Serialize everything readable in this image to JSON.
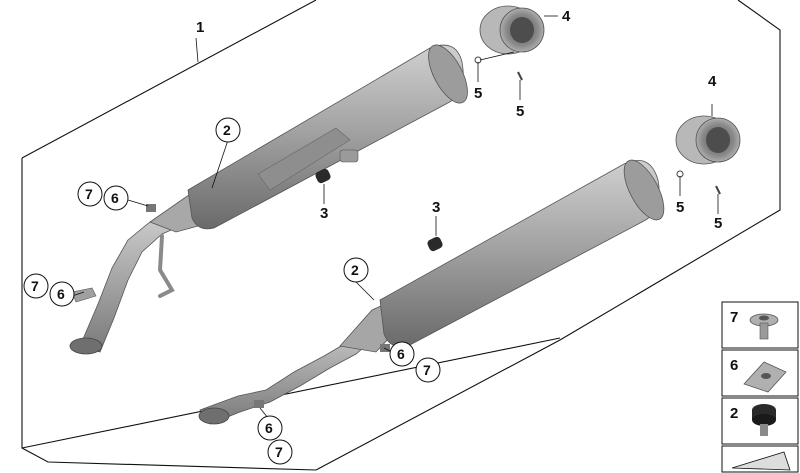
{
  "diagram": {
    "callouts": {
      "assembly": "1",
      "upper_bracket": "2",
      "lower_bracket": "2",
      "upper_bushing": "3",
      "lower_bushing": "3",
      "upper_tip": "4",
      "lower_tip": "4",
      "upper_tip_clip": "5",
      "upper_tip_screw": "5",
      "lower_tip_clip": "5",
      "lower_tip_screw": "5",
      "upper_clamp_nut": "6",
      "upper_clamp_bolt": "7",
      "front_clamp_nut": "6",
      "front_clamp_bolt": "7",
      "lower_mid_nut": "6",
      "lower_mid_bolt": "7",
      "lower_front_nut": "6",
      "lower_front_bolt": "7"
    },
    "legend": [
      {
        "number": "7",
        "part": "screw-icon"
      },
      {
        "number": "6",
        "part": "clip-nut-icon"
      },
      {
        "number": "2",
        "part": "rubber-buffer-icon"
      }
    ],
    "colors": {
      "metal": "#9a9a9a",
      "metal_dark": "#6e6e6e",
      "metal_light": "#c4c4c4",
      "lines": "#111111"
    }
  }
}
